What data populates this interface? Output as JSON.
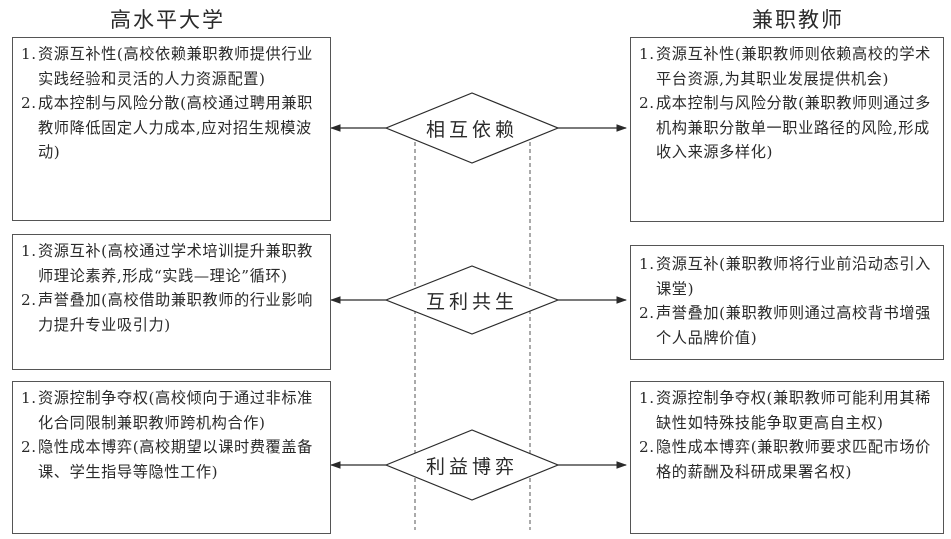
{
  "left_header": "高水平大学",
  "right_header": "兼职教师",
  "relations": [
    {
      "label": "相互依赖",
      "left_items": [
        {
          "num": "1.",
          "text": "资源互补性(高校依赖兼职教师提供行业实践经验和灵活的人力资源配置)"
        },
        {
          "num": "2.",
          "text": "成本控制与风险分散(高校通过聘用兼职教师降低固定人力成本,应对招生规模波动)"
        }
      ],
      "right_items": [
        {
          "num": "1.",
          "text": "资源互补性(兼职教师则依赖高校的学术平台资源,为其职业发展提供机会)"
        },
        {
          "num": "2.",
          "text": "成本控制与风险分散(兼职教师则通过多机构兼职分散单一职业路径的风险,形成收入来源多样化)"
        }
      ]
    },
    {
      "label": "互利共生",
      "left_items": [
        {
          "num": "1.",
          "text": "资源互补(高校通过学术培训提升兼职教师理论素养,形成“实践—理论”循环)"
        },
        {
          "num": "2.",
          "text": "声誉叠加(高校借助兼职教师的行业影响力提升专业吸引力)"
        }
      ],
      "right_items": [
        {
          "num": "1.",
          "text": "资源互补(兼职教师将行业前沿动态引入课堂)"
        },
        {
          "num": "2.",
          "text": "声誉叠加(兼职教师则通过高校背书增强个人品牌价值)"
        }
      ]
    },
    {
      "label": "利益博弈",
      "left_items": [
        {
          "num": "1.",
          "text": "资源控制争夺权(高校倾向于通过非标准化合同限制兼职教师跨机构合作)"
        },
        {
          "num": "2.",
          "text": "隐性成本博弈(高校期望以课时费覆盖备课、学生指导等隐性工作)"
        }
      ],
      "right_items": [
        {
          "num": "1.",
          "text": "资源控制争夺权(兼职教师可能利用其稀缺性如特殊技能争取更高自主权)"
        },
        {
          "num": "2.",
          "text": "隐性成本博弈(兼职教师要求匹配市场价格的薪酬及科研成果署名权)"
        }
      ]
    }
  ]
}
